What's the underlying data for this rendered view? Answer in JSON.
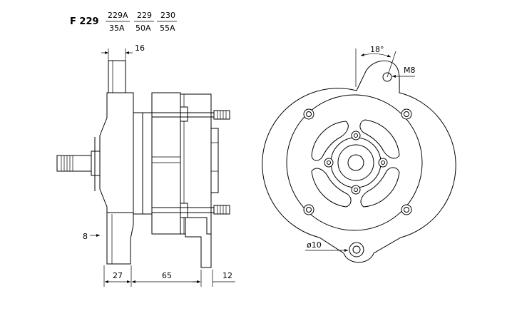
{
  "header": {
    "model": "F 229",
    "variants": [
      {
        "code": "229A",
        "current": "35A"
      },
      {
        "code": "229",
        "current": "50A"
      },
      {
        "code": "230",
        "current": "55A"
      }
    ]
  },
  "dimensions": {
    "shaft_width": "16",
    "angle": "18°",
    "thread": "M8",
    "hole_diameter": "ø10",
    "offset": "8",
    "front_depth": "27",
    "body_depth": "65",
    "rear_depth": "12"
  }
}
